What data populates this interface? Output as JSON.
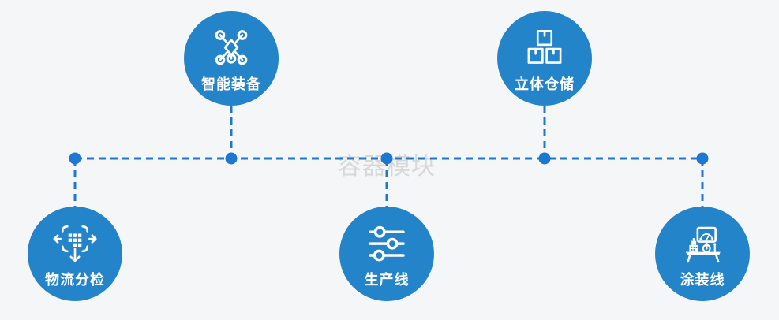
{
  "watermark": "容器模块",
  "colors": {
    "background": "#f5f6f7",
    "circle": "#2484c9",
    "connector": "#1e78d2",
    "label": "#ffffff",
    "watermark_color": "rgba(190,186,188,0.5)"
  },
  "nodes": [
    {
      "id": "smart-equipment",
      "label": "智能装备",
      "icon": "network-nodes-icon",
      "row": "top"
    },
    {
      "id": "stereo-warehouse",
      "label": "立体仓储",
      "icon": "stacked-boxes-icon",
      "row": "top"
    },
    {
      "id": "logistics-sorting",
      "label": "物流分检",
      "icon": "sort-arrows-icon",
      "row": "bottom"
    },
    {
      "id": "production-line",
      "label": "生产线",
      "icon": "sliders-icon",
      "row": "bottom"
    },
    {
      "id": "painting-line",
      "label": "涂装线",
      "icon": "machine-icon",
      "row": "bottom"
    }
  ]
}
